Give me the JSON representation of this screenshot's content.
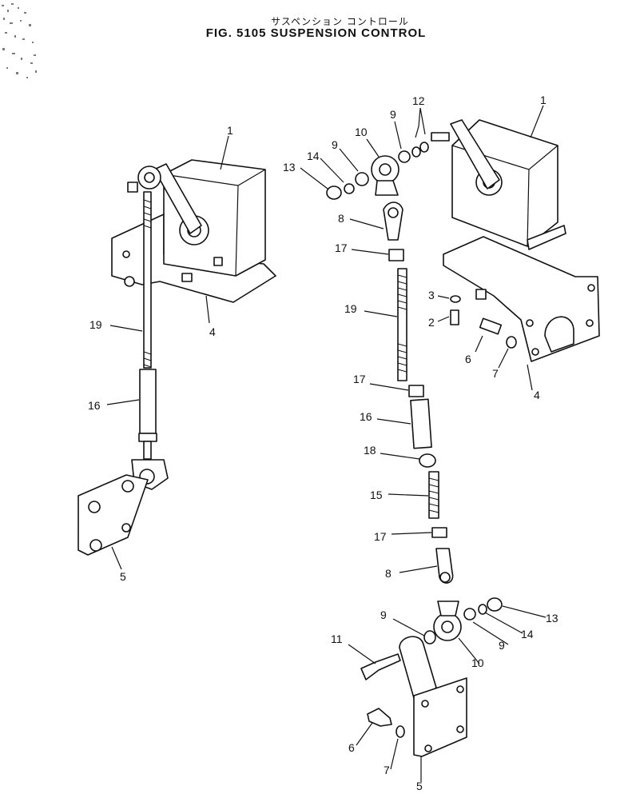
{
  "title": {
    "japanese": "サスペンション コントロール",
    "english": "FIG. 5105  SUSPENSION CONTROL"
  },
  "callouts": [
    {
      "id": "left-1",
      "text": "1"
    },
    {
      "id": "left-4",
      "text": "4"
    },
    {
      "id": "left-19",
      "text": "19"
    },
    {
      "id": "left-16",
      "text": "16"
    },
    {
      "id": "left-5",
      "text": "5"
    },
    {
      "id": "r-13a",
      "text": "13"
    },
    {
      "id": "r-14a",
      "text": "14"
    },
    {
      "id": "r-9a",
      "text": "9"
    },
    {
      "id": "r-10a",
      "text": "10"
    },
    {
      "id": "r-9b",
      "text": "9"
    },
    {
      "id": "r-12",
      "text": "12"
    },
    {
      "id": "r-1",
      "text": "1"
    },
    {
      "id": "r-8a",
      "text": "8"
    },
    {
      "id": "r-17a",
      "text": "17"
    },
    {
      "id": "r-3",
      "text": "3"
    },
    {
      "id": "r-19",
      "text": "19"
    },
    {
      "id": "r-2",
      "text": "2"
    },
    {
      "id": "r-6a",
      "text": "6"
    },
    {
      "id": "r-7a",
      "text": "7"
    },
    {
      "id": "r-4",
      "text": "4"
    },
    {
      "id": "r-17b",
      "text": "17"
    },
    {
      "id": "r-16",
      "text": "16"
    },
    {
      "id": "r-18",
      "text": "18"
    },
    {
      "id": "r-15",
      "text": "15"
    },
    {
      "id": "r-17c",
      "text": "17"
    },
    {
      "id": "r-8b",
      "text": "8"
    },
    {
      "id": "r-9c",
      "text": "9"
    },
    {
      "id": "r-13b",
      "text": "13"
    },
    {
      "id": "r-14b",
      "text": "14"
    },
    {
      "id": "r-9d",
      "text": "9"
    },
    {
      "id": "r-11",
      "text": "11"
    },
    {
      "id": "r-10b",
      "text": "10"
    },
    {
      "id": "r-6b",
      "text": "6"
    },
    {
      "id": "r-7b",
      "text": "7"
    },
    {
      "id": "r-5",
      "text": "5"
    }
  ]
}
